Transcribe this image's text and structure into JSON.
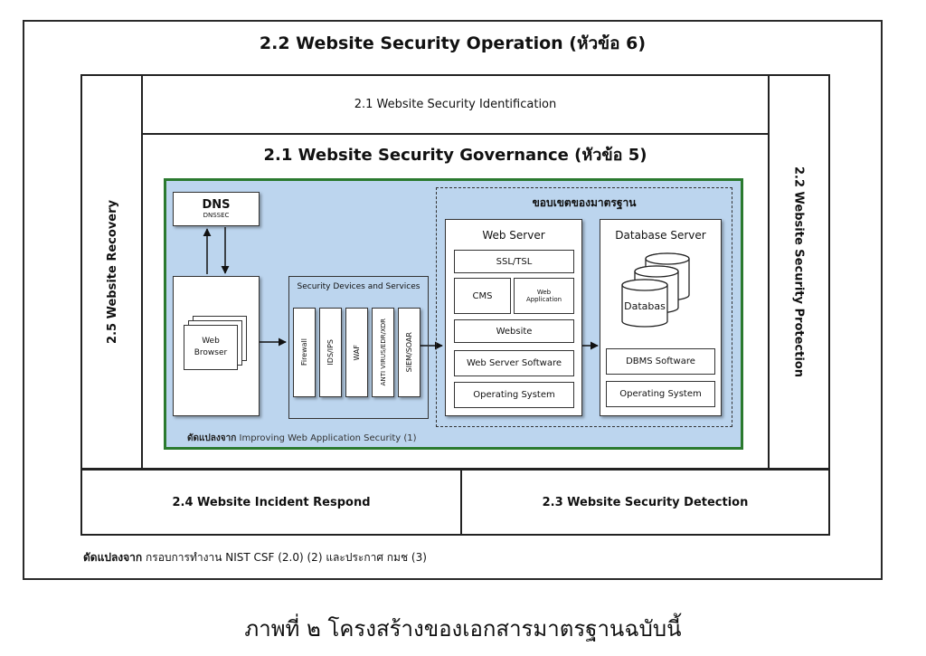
{
  "diagram": {
    "operation_title": "2.2 Website Security Operation (หัวข้อ 6)",
    "identification_label": "2.1 Website Security Identification",
    "governance_title": "2.1 Website Security Governance (หัวข้อ 5)",
    "recovery_label": "2.5 Website Recovery",
    "protection_label": "2.2 Website Security Protection",
    "incident_label": "2.4 Website Incident Respond",
    "detection_label": "2.3 Website Security Detection",
    "source_note": {
      "bold": "ดัดแปลงจาก",
      "text": " กรอบการทำงาน NIST CSF (2.0)  (2)  และประกาศ กมช (3)"
    },
    "inner": {
      "dns": {
        "title": "DNS",
        "subtitle": "DNSSEC"
      },
      "browser": {
        "line1": "Web",
        "line2": "Browser"
      },
      "security_devices": {
        "title": "Security Devices and Services",
        "items": [
          "Firewall",
          "IDS/IPS",
          "WAF",
          "ANTI VIRUS/EDR/XDR",
          "SIEM/SOAR"
        ]
      },
      "scope_title": "ขอบเขตของมาตรฐาน",
      "web_server": {
        "title": "Web Server",
        "ssl": "SSL/TSL",
        "cms": "CMS",
        "web_app_line1": "Web",
        "web_app_line2": "Application",
        "website": "Website",
        "software": "Web Server Software",
        "os": "Operating System"
      },
      "db_server": {
        "title": "Database Server",
        "database": "Databas",
        "software": "DBMS Software",
        "os": "Operating System"
      },
      "ack": {
        "bold": "ดัดแปลงจาก",
        "text": " Improving Web Application Security (1)"
      }
    }
  },
  "caption": "ภาพที่ ๒ โครงสร้างของเอกสารมาตรฐานฉบับนี้",
  "colors": {
    "inner_background": "#bcd5ee",
    "inner_border": "#2b7a2f",
    "line": "#222222"
  }
}
